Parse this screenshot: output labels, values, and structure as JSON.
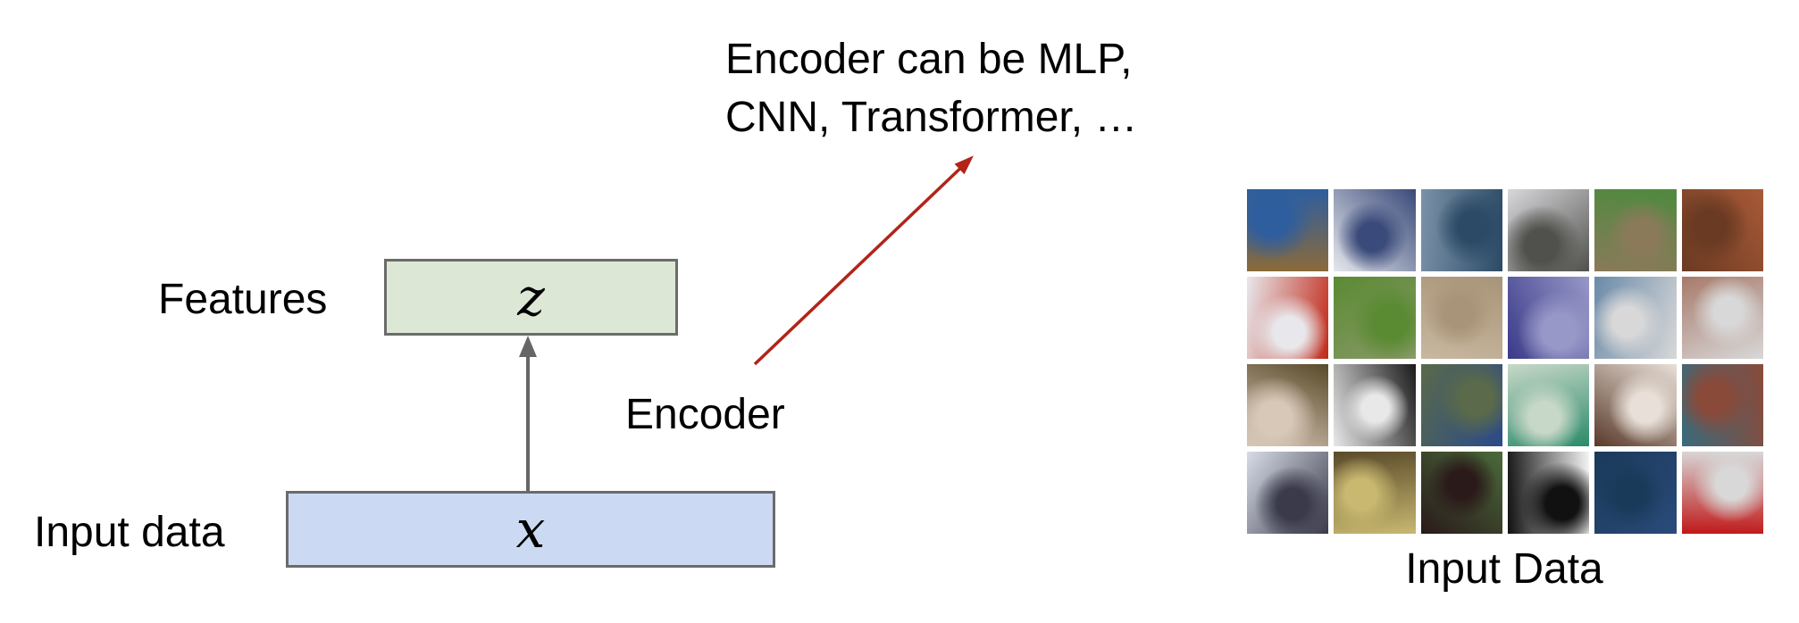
{
  "annotation": {
    "line1": "Encoder can be MLP,",
    "line2": "CNN, Transformer, …"
  },
  "features": {
    "label": "Features",
    "symbol": "z",
    "fill": "#dce8d5"
  },
  "input": {
    "label": "Input data",
    "symbol": "x",
    "fill": "#cbd9f2"
  },
  "encoder_label": "Encoder",
  "dataset_caption": "Input Data",
  "colors": {
    "arrow": "#666666",
    "pointer": "#b22418"
  },
  "tiles": [
    [
      "#8a6a3a",
      "#2e5e9e"
    ],
    [
      "#e6e8ec",
      "#3a4a7a"
    ],
    [
      "#7a92a8",
      "#2c4a66"
    ],
    [
      "#d8d8dc",
      "#50504c"
    ],
    [
      "#4e8a3e",
      "#8a7a5a"
    ],
    [
      "#a85a38",
      "#6a3a22"
    ],
    [
      "#c02818",
      "#e8e8ec"
    ],
    [
      "#8a9a6a",
      "#5a8a32"
    ],
    [
      "#c8b8a0",
      "#a89478"
    ],
    [
      "#3a3a8a",
      "#9898c8"
    ],
    [
      "#6a8aa8",
      "#d8d8d8"
    ],
    [
      "#a87a6a",
      "#d8d8d8"
    ],
    [
      "#5a4a2a",
      "#d8c8b8"
    ],
    [
      "#1a1a1a",
      "#e8e8e8"
    ],
    [
      "#2a4a8a",
      "#5a6a4a"
    ],
    [
      "#2a8a6a",
      "#c8d8c8"
    ],
    [
      "#5a3a2a",
      "#e8e0d8"
    ],
    [
      "#3a6a7a",
      "#8a4a3a"
    ],
    [
      "#d8dce8",
      "#3a3a4a"
    ],
    [
      "#5a4a2a",
      "#c8b870"
    ],
    [
      "#4a6a3a",
      "#2a1a1a"
    ],
    [
      "#f4f4f4",
      "#111111"
    ],
    [
      "#2a4a7a",
      "#1a3a5a"
    ],
    [
      "#c01818",
      "#d8d8d8"
    ]
  ]
}
